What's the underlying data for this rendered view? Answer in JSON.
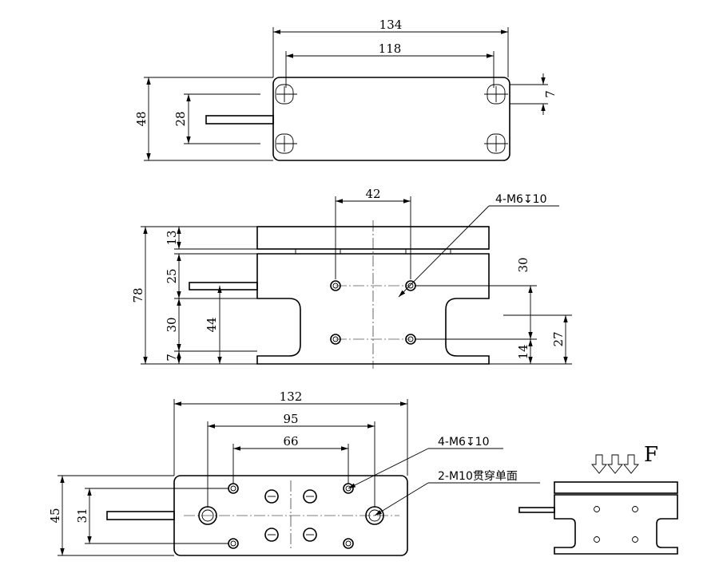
{
  "top_view": {
    "dims": {
      "overall_length": "134",
      "slot_pitch": "118",
      "overall_width": "48",
      "slot_spacing": "28",
      "slot_length": "7"
    }
  },
  "side_view": {
    "dims": {
      "hole_pitch_horizontal": "42",
      "total_height": "78",
      "top_plate": "13",
      "upper_section": "25",
      "middle_section": "30",
      "bottom_section": "7",
      "cable_height": "44",
      "hole_pitch_vertical": "30",
      "lower_hole_height": "14",
      "cutout_height": "27"
    },
    "callout": "4-M6↧10"
  },
  "bottom_view": {
    "dims": {
      "overall_length": "132",
      "outer_hole_pitch": "95",
      "inner_hole_pitch": "66",
      "overall_width": "45",
      "hole_row_spacing": "31"
    },
    "callout_m6": "4-M6↧10",
    "callout_m10": "2-M10贯穿单面"
  },
  "load_view": {
    "force_label": "F"
  }
}
